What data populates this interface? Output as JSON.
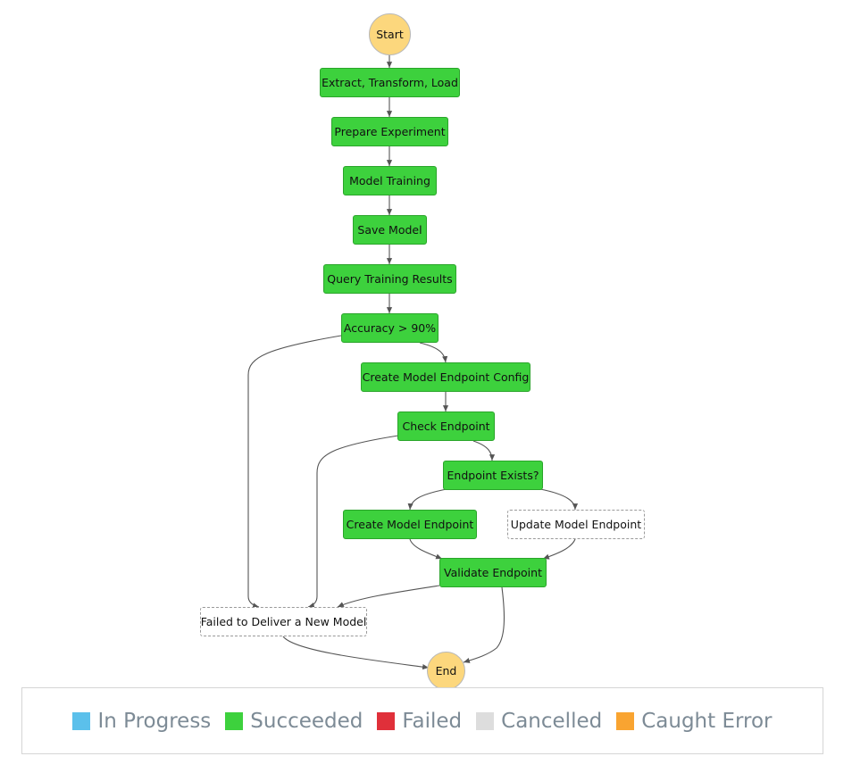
{
  "diagram": {
    "nodes": {
      "start": {
        "label": "Start",
        "status": "terminal"
      },
      "etl": {
        "label": "Extract, Transform, Load",
        "status": "succeeded"
      },
      "prepare": {
        "label": "Prepare Experiment",
        "status": "succeeded"
      },
      "training": {
        "label": "Model Training",
        "status": "succeeded"
      },
      "save": {
        "label": "Save Model",
        "status": "succeeded"
      },
      "query": {
        "label": "Query Training Results",
        "status": "succeeded"
      },
      "accuracy": {
        "label": "Accuracy > 90%",
        "status": "succeeded"
      },
      "config": {
        "label": "Create Model Endpoint Config",
        "status": "succeeded"
      },
      "check": {
        "label": "Check Endpoint",
        "status": "succeeded"
      },
      "exists": {
        "label": "Endpoint Exists?",
        "status": "succeeded"
      },
      "create": {
        "label": "Create Model Endpoint",
        "status": "succeeded"
      },
      "update": {
        "label": "Update Model Endpoint",
        "status": "not-executed"
      },
      "validate": {
        "label": "Validate Endpoint",
        "status": "succeeded"
      },
      "failed": {
        "label": "Failed to Deliver a New Model",
        "status": "not-executed"
      },
      "end": {
        "label": "End",
        "status": "terminal"
      }
    },
    "edges": [
      [
        "start",
        "etl"
      ],
      [
        "etl",
        "prepare"
      ],
      [
        "prepare",
        "training"
      ],
      [
        "training",
        "save"
      ],
      [
        "save",
        "query"
      ],
      [
        "query",
        "accuracy"
      ],
      [
        "accuracy",
        "config"
      ],
      [
        "accuracy",
        "failed"
      ],
      [
        "config",
        "check"
      ],
      [
        "check",
        "exists"
      ],
      [
        "check",
        "failed"
      ],
      [
        "exists",
        "create"
      ],
      [
        "exists",
        "update"
      ],
      [
        "create",
        "validate"
      ],
      [
        "update",
        "validate"
      ],
      [
        "validate",
        "failed"
      ],
      [
        "validate",
        "end"
      ],
      [
        "failed",
        "end"
      ]
    ]
  },
  "legend": [
    {
      "label": "In Progress",
      "color": "#5bc0eb"
    },
    {
      "label": "Succeeded",
      "color": "#3dd13d"
    },
    {
      "label": "Failed",
      "color": "#e0303a"
    },
    {
      "label": "Cancelled",
      "color": "#dddddd"
    },
    {
      "label": "Caught Error",
      "color": "#f9a431"
    }
  ],
  "colors": {
    "succeeded": "#3dd13d",
    "terminal": "#fcd77d",
    "edge": "#555555"
  }
}
